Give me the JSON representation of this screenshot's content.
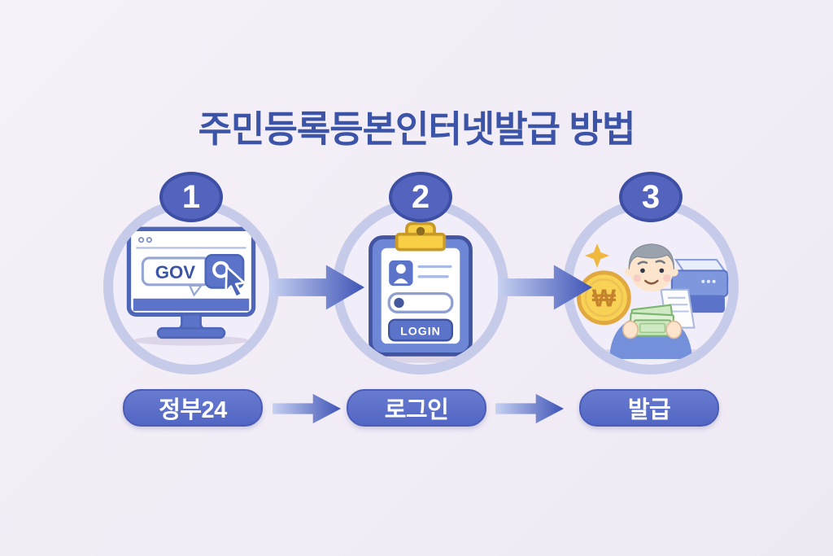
{
  "title": "주민등록등본인터넷발급 방법",
  "steps": [
    {
      "number": "1",
      "label": "정부24",
      "icon": "gov-monitor-icon",
      "screen_text": "GOV"
    },
    {
      "number": "2",
      "label": "로그인",
      "icon": "login-clipboard-icon",
      "button_text": "LOGIN"
    },
    {
      "number": "3",
      "label": "발급",
      "icon": "receive-money-printer-icon",
      "coin_symbol": "₩"
    }
  ],
  "colors": {
    "background": "#f2ecf6",
    "title_text": "#3b54a8",
    "circle_ring": "#c7cbea",
    "badge_fill": "#5464be",
    "badge_border": "#3d4fa4",
    "pill_fill": "#5b6fc9",
    "pill_text": "#ffffff",
    "arrow_gradient_start": "#c7d1f1",
    "arrow_gradient_end": "#3f55b7",
    "icon_blue": "#5b74c9",
    "clip_yellow": "#f7ce44",
    "coin_gold": "#f7d254",
    "money_green": "#cfe9c2"
  }
}
